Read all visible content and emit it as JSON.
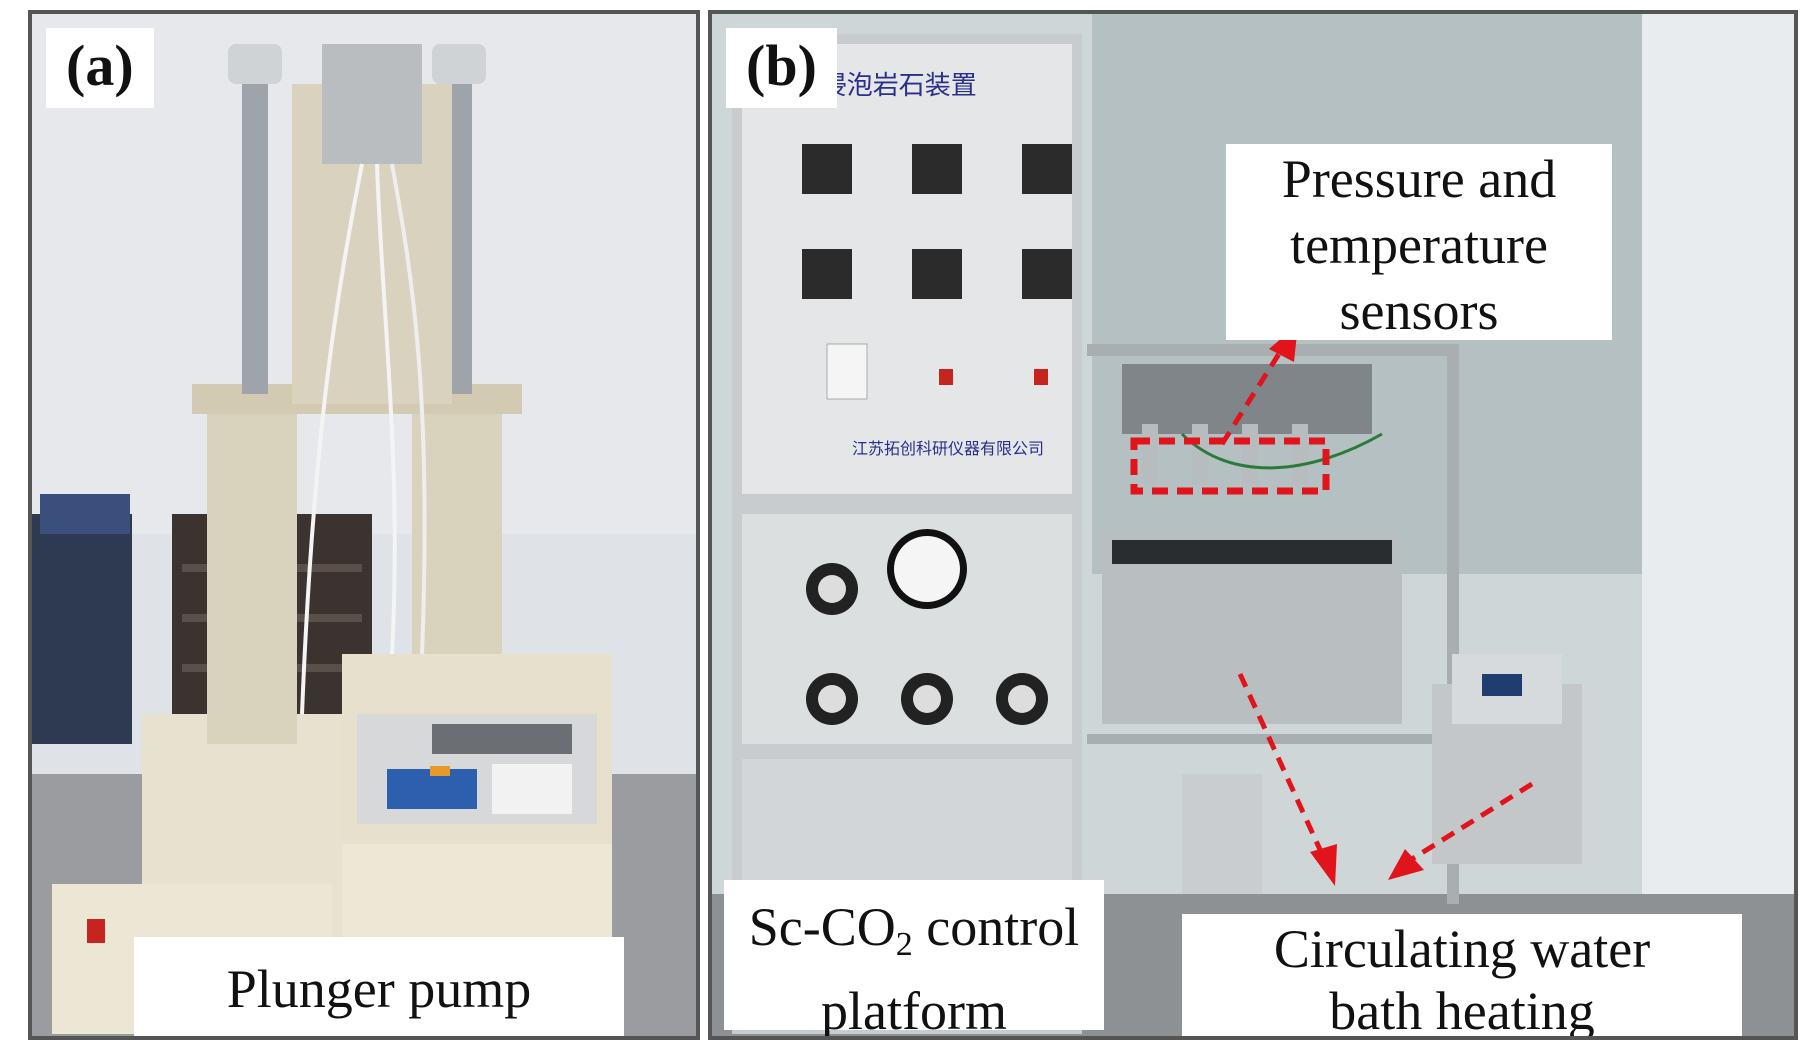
{
  "panels": {
    "a": {
      "tag": "(a)",
      "label": "Plunger pump"
    },
    "b": {
      "tag": "(b)",
      "control_label_part1": "Sc-CO",
      "control_label_sub": "2",
      "control_label_part2": " control",
      "control_label_line2": "platform",
      "sensors_label_line1": "Pressure and",
      "sensors_label_line2": "temperature",
      "sensors_label_line3": "sensors",
      "water_label_line1": "Circulating water",
      "water_label_line2": "bath heating",
      "cabinet_title": "₂ 浸泡岩石装置",
      "company_text": "江苏拓创科研仪器有限公司"
    }
  },
  "colors": {
    "annotation_red": "#e0141a",
    "frame": "#555555"
  }
}
